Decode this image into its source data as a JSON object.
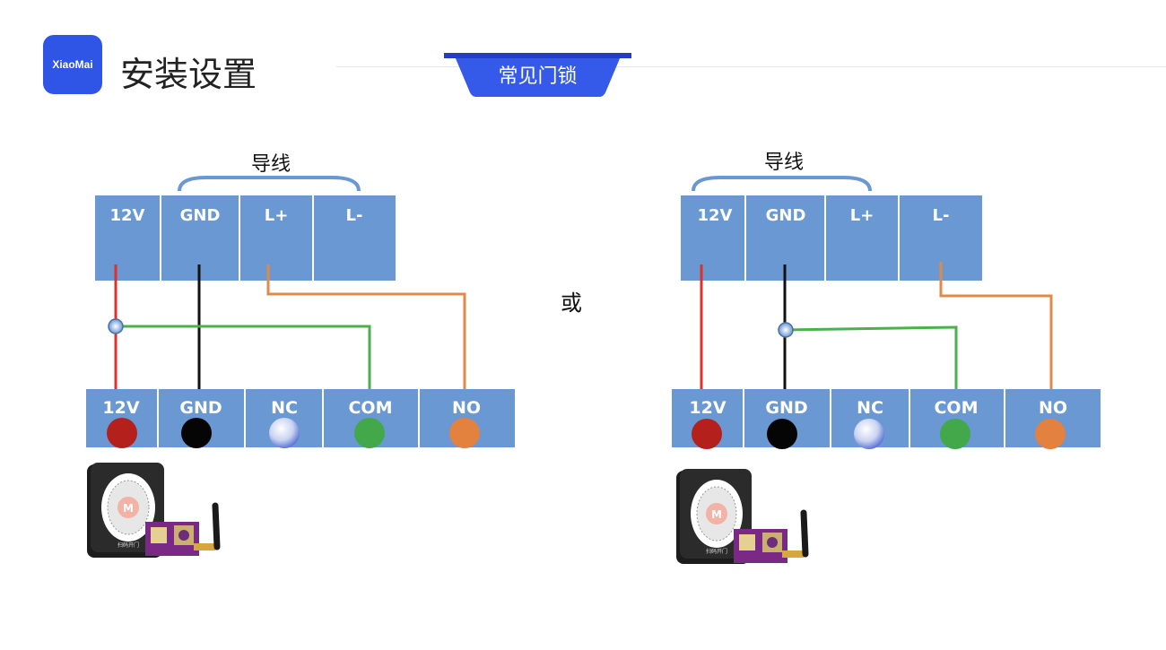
{
  "header": {
    "logo_text": "XiaoMai",
    "title": "安装设置",
    "tab_label": "常见门锁"
  },
  "colors": {
    "accent": "#2f55e6",
    "terminal_fill": "#6a98d2",
    "wire_red": "#e0302a",
    "wire_black": "#111111",
    "wire_green": "#4cb14c",
    "wire_orange": "#e08a4a"
  },
  "separator": "或",
  "diagrams": [
    {
      "jumper_label": "导线",
      "lock_terminals": [
        "12V",
        "GND",
        "L+",
        "L-"
      ],
      "controller_terminals": [
        "12V",
        "GND",
        "NC",
        "COM",
        "NO"
      ],
      "device_label": "扫码开门"
    },
    {
      "jumper_label": "导线",
      "lock_terminals": [
        "12V",
        "GND",
        "L+",
        "L-"
      ],
      "controller_terminals": [
        "12V",
        "GND",
        "NC",
        "COM",
        "NO"
      ],
      "device_label": "扫码开门"
    }
  ]
}
